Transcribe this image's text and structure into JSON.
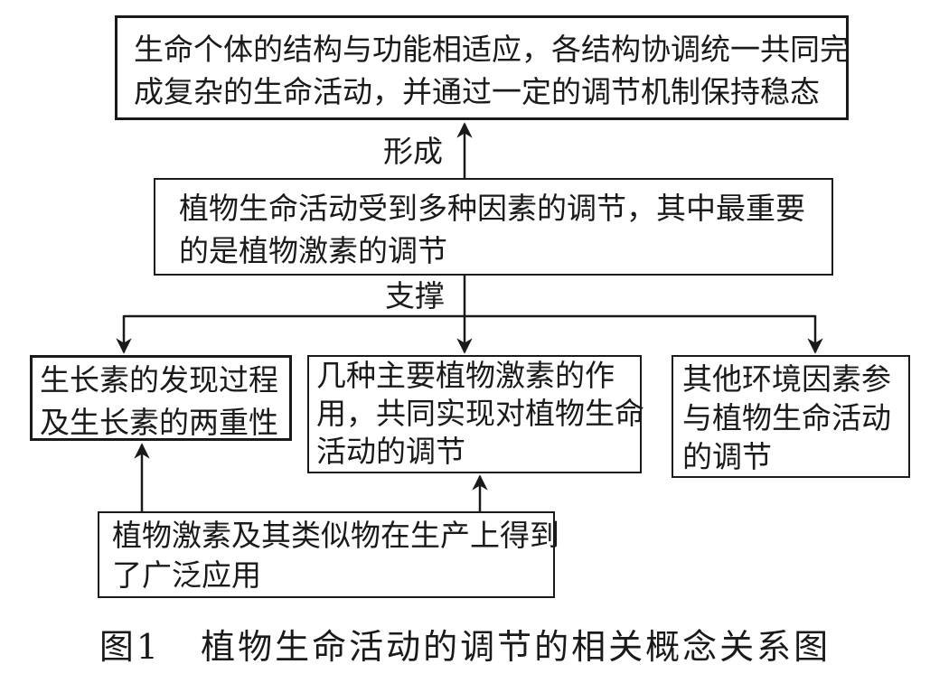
{
  "diagram": {
    "box_top": {
      "line1": "生命个体的结构与功能相适应，各结构协调统一共同完",
      "line2": "成复杂的生命活动，并通过一定的调节机制保持稳态"
    },
    "label_form": "形成",
    "box_middle": {
      "line1": "植物生命活动受到多种因素的调节，其中最重要",
      "line2": "的是植物激素的调节"
    },
    "label_support": "支撑",
    "box_left": {
      "line1": "生长素的发现过程",
      "line2": "及生长素的两重性"
    },
    "box_center": {
      "line1": "几种主要植物激素的作",
      "line2": "用，共同实现对植物生命",
      "line3": "活动的调节"
    },
    "box_right": {
      "line1": "其他环境因素参",
      "line2": "与植物生命活动",
      "line3": "的调节"
    },
    "box_bottom": {
      "line1": "植物激素及其类似物在生产上得到",
      "line2": "了广泛应用"
    }
  },
  "caption": {
    "number": "图1",
    "text": "植物生命活动的调节的相关概念关系图"
  }
}
